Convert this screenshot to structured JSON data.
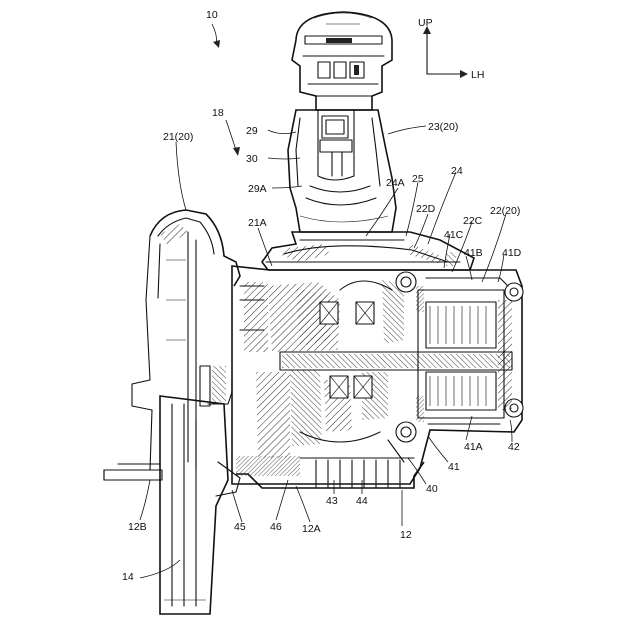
{
  "figure": {
    "figure_number": "10",
    "direction_up": "UP",
    "direction_right": "LH",
    "labels": {
      "n18": "18",
      "n21_20": "21(20)",
      "n29": "29",
      "n23_20": "23(20)",
      "n30": "30",
      "n29A": "29A",
      "n24A": "24A",
      "n25": "25",
      "n24": "24",
      "n21A": "21A",
      "n22D": "22D",
      "n41C": "41C",
      "n22C": "22C",
      "n22_20": "22(20)",
      "n41B": "41B",
      "n41D": "41D",
      "n41A": "41A",
      "n42": "42",
      "n41": "41",
      "n40": "40",
      "n43": "43",
      "n44": "44",
      "n12": "12",
      "n12A": "12A",
      "n46": "46",
      "n45": "45",
      "n12B": "12B",
      "n14": "14"
    }
  }
}
